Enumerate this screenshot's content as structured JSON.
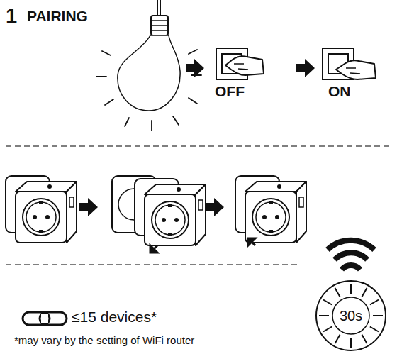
{
  "diagram": {
    "title": "PAIRING",
    "nodes": [
      {
        "text": [
          "30s"
        ]
      }
    ],
    "labels": [
      "1",
      "OFF",
      "ON",
      "≤15 devices*",
      "*may vary by the setting of WiFi router"
    ]
  }
}
